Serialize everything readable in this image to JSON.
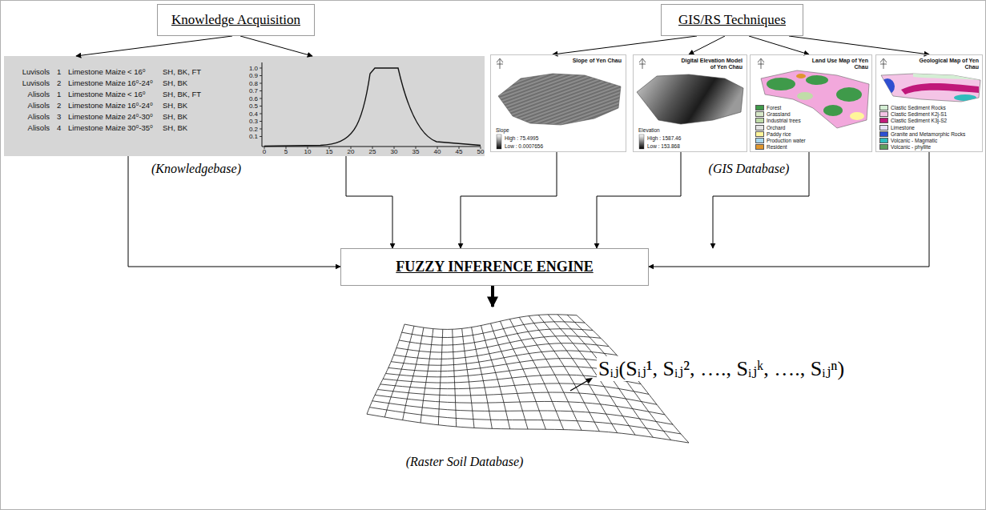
{
  "diagram": {
    "nodes": [
      {
        "text": [
          "Knowledge Acquisition"
        ]
      },
      {
        "text": [
          "GIS/RS Techniques"
        ]
      },
      {
        "text": [
          "FUZZY INFERENCE ENGINE"
        ]
      },
      {
        "text": [
          "Luvisols",
          "1",
          "Limestone Maize",
          "< 16⁰",
          "SH, BK, FT",
          "Luvisols",
          "2",
          "Limestone Maize",
          "16⁰-24⁰",
          "SH, BK",
          "Alisols",
          "1",
          "Limestone Maize",
          "< 16⁰",
          "SH, BK, FT",
          "Alisols",
          "2",
          "Limestone Maize",
          "16⁰-24⁰",
          "SH, BK",
          "Alisols",
          "3",
          "Limestone Maize",
          "24⁰-30⁰",
          "SH, BK",
          "Alisols",
          "4",
          "Limestone Maize",
          "30⁰-35⁰",
          "SH, BK"
        ]
      },
      {
        "text": [
          "Slope of Yen Chau",
          "Slope",
          "High : 75.4995",
          "Low : 0.0007656"
        ]
      },
      {
        "text": [
          "Digital Elevation Model of Yen Chau",
          "Elevation",
          "High : 1587.46",
          "Low : 153.868"
        ]
      },
      {
        "text": [
          "Land Use Map of Yen Chau"
        ]
      },
      {
        "text": [
          "Geological Map of Yen Chau"
        ]
      },
      {
        "text": [
          "Sᵢⱼ(Sᵢⱼ¹, Sᵢⱼ², …., Sᵢⱼᵏ, …., Sᵢⱼⁿ)",
          "(Raster Soil Database)"
        ]
      }
    ],
    "edges": [
      {
        "from": 0,
        "to": 3,
        "arrow": "to"
      },
      {
        "from": 0,
        "to": 3,
        "arrow": "to"
      },
      {
        "from": 1,
        "to": 4,
        "arrow": "to"
      },
      {
        "from": 1,
        "to": 5,
        "arrow": "to"
      },
      {
        "from": 1,
        "to": 6,
        "arrow": "to"
      },
      {
        "from": 1,
        "to": 7,
        "arrow": "to"
      },
      {
        "from": 3,
        "to": 2,
        "arrow": "to"
      },
      {
        "from": 3,
        "to": 2,
        "arrow": "to"
      },
      {
        "from": 4,
        "to": 2,
        "arrow": "to"
      },
      {
        "from": 5,
        "to": 2,
        "arrow": "to"
      },
      {
        "from": 6,
        "to": 2,
        "arrow": "to"
      },
      {
        "from": 7,
        "to": 2,
        "arrow": "to"
      },
      {
        "from": 2,
        "to": 8,
        "arrow": "to"
      }
    ],
    "labels": [
      "(Knowledgebase)",
      "(GIS Database)",
      "1.0",
      "0.9",
      "0.8",
      "0.7",
      "0.6",
      "0.5",
      "0.4",
      "0.3",
      "0.2",
      "0.1",
      "0",
      "5",
      "10",
      "15",
      "20",
      "25",
      "30",
      "35",
      "40",
      "45",
      "50"
    ],
    "legend": [
      {
        "text": "Forest",
        "color": "#3f9a4a"
      },
      {
        "text": "Grassland",
        "color": "#d8e8c8"
      },
      {
        "text": "Industrial trees",
        "color": "#c0dca8"
      },
      {
        "text": "Orchard",
        "color": "#e4e4e4"
      },
      {
        "text": "Paddy rice",
        "color": "#fff59a"
      },
      {
        "text": "Production water",
        "color": "#a8d8f0"
      },
      {
        "text": "Resident",
        "color": "#e0962e"
      },
      {
        "text": "Clastic Sediment Rocks",
        "color": "#d4eed4"
      },
      {
        "text": "Clastic Sediment K2j-S1",
        "color": "#f4c4e6"
      },
      {
        "text": "Clastic Sediment K3j-S2",
        "color": "#c0187a"
      },
      {
        "text": "Limestone",
        "color": "#e6e0f6"
      },
      {
        "text": "Granite and Metamorphic Rocks",
        "color": "#2f4fd0"
      },
      {
        "text": "Volcanic - Magmatic",
        "color": "#2fbcbc"
      },
      {
        "text": "Volcanic - phyllite",
        "color": "#5e9e5e"
      }
    ]
  }
}
